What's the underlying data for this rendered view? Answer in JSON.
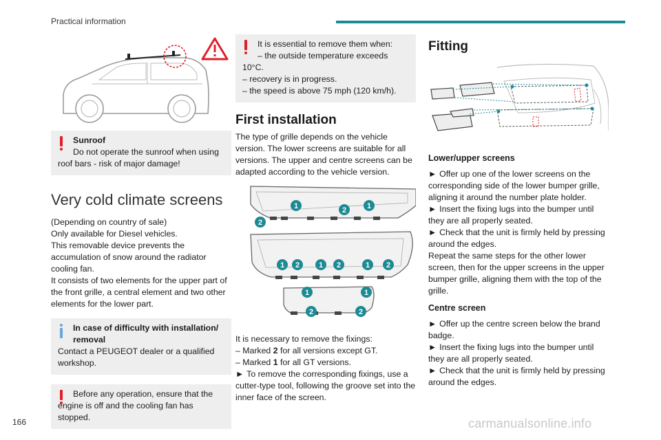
{
  "header": {
    "title": "Practical information"
  },
  "page_number": "166",
  "watermark": "carmanualsonline.info",
  "col1": {
    "sunroof_title": "Sunroof",
    "sunroof_text": "Do not operate the sunroof when using roof bars - risk of major damage!",
    "heading": "Very cold climate screens",
    "p1": "(Depending on country of sale)",
    "p2": "Only available for Diesel vehicles.",
    "p3": "This removable device prevents the accumulation of snow around the radiator cooling fan.",
    "p4": "It consists of two elements for the upper part of the front grille, a central element and two other elements for the lower part.",
    "info_title": "In case of difficulty with installation/ removal",
    "info_text": "Contact a PEUGEOT dealer or a qualified workshop.",
    "warn_text": "Before any operation, ensure that the engine is off and the cooling fan has stopped."
  },
  "col2": {
    "warn_intro": "It is essential to remove them when:",
    "warn_l1": "–  the outside temperature exceeds",
    "warn_l1b": "10°C.",
    "warn_l2": "–  recovery is in progress.",
    "warn_l3": "–  the speed is above 75 mph (120 km/h).",
    "heading": "First installation",
    "p1": "The type of grille depends on the vehicle version. The lower screens are suitable for all versions. The upper and centre screens can be adapted according to the vehicle version.",
    "badge_1": "1",
    "badge_2": "2",
    "fix_intro": "It is necessary to remove the fixings:",
    "fix_l1a": "–  Marked ",
    "fix_l1b": "2",
    "fix_l1c": " for all versions except GT.",
    "fix_l2a": "–  Marked ",
    "fix_l2b": "1",
    "fix_l2c": " for all GT versions.",
    "arrow": "►",
    "fix_l3": "To remove the corresponding fixings, use a cutter-type tool, following the groove set into the inner face of the screen."
  },
  "col3": {
    "heading": "Fitting",
    "lu_title": "Lower/upper screens",
    "arrow": "►",
    "lu_s1": "Offer up one of the lower screens on the corresponding side of the lower bumper grille, aligning it around the number plate holder.",
    "lu_s2": "Insert the fixing lugs into the bumper until they are all properly seated.",
    "lu_s3": "Check that the unit is firmly held by pressing around the edges.",
    "lu_p": "Repeat the same steps for the other lower screen, then for the upper screens in the upper bumper grille, aligning them with the top of the grille.",
    "c_title": "Centre screen",
    "c_s1": "Offer up the centre screen below the brand badge.",
    "c_s2": "Insert the fixing lugs into the bumper until they are all properly seated.",
    "c_s3": "Check that the unit is firmly held by pressing around the edges."
  },
  "colors": {
    "accent": "#1c8a93",
    "warning": "#e01e29",
    "info": "#6aa5d8",
    "box_bg": "#eeeeee"
  }
}
